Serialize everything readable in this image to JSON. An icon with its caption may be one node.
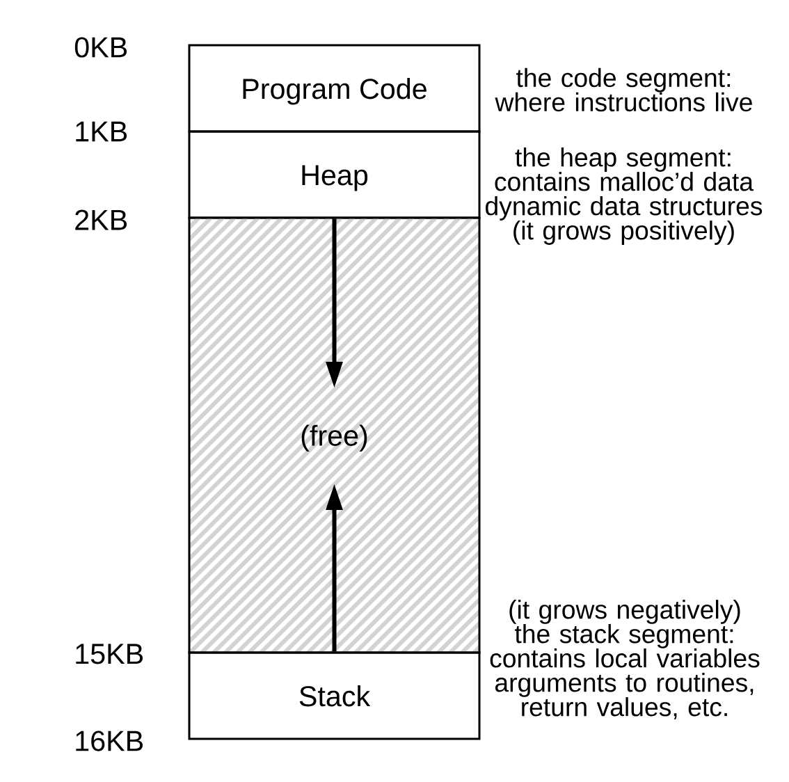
{
  "diagram": {
    "nodes": [
      {
        "text": [
          "Program Code"
        ],
        "beside": [
          "the code segment: where instructions live"
        ]
      },
      {
        "text": [
          "Heap"
        ],
        "beside": [
          "the heap segment: contains malloc’d data dynamic data structures (it grows positively)"
        ]
      },
      {
        "text": [
          "(free)"
        ]
      },
      {
        "text": [
          "Stack"
        ],
        "beside": [
          "(it grows negatively) the stack segment: contains local variables arguments to routines, return values, etc."
        ]
      }
    ],
    "edges": [
      {
        "from": 1,
        "to": 2,
        "arrow": "to"
      },
      {
        "from": 3,
        "to": 2,
        "arrow": "to"
      }
    ],
    "labels": [
      "0KB",
      "1KB",
      "2KB",
      "15KB",
      "16KB"
    ]
  }
}
